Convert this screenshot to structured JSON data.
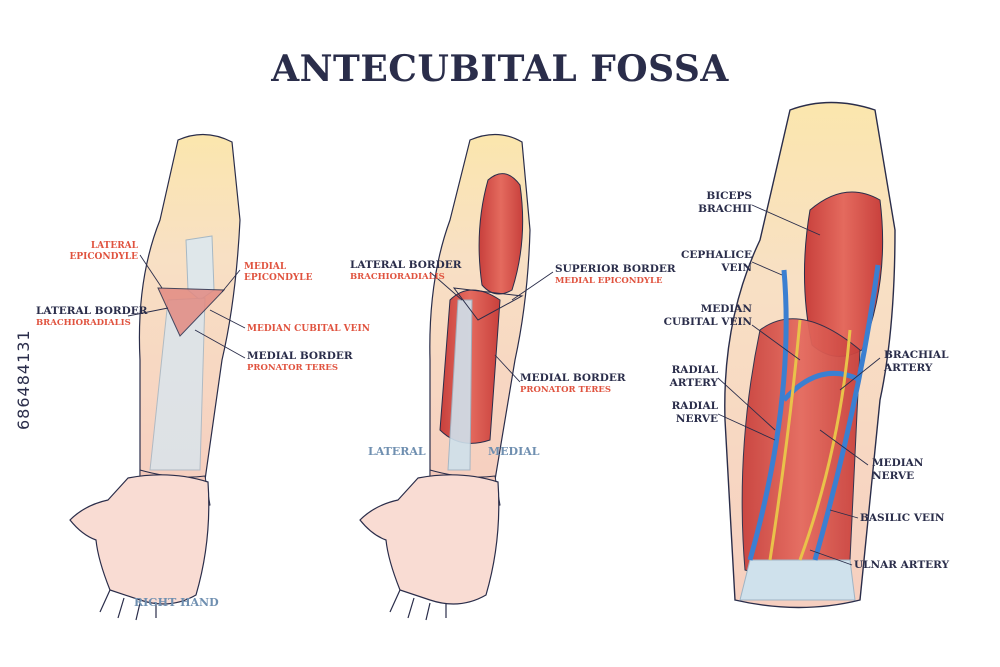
{
  "title": "ANTECUBITAL FOSSA",
  "watermark_id": "686484131",
  "left_arm": {
    "lateral_epicondyle": [
      "LATERAL",
      "EPICONDYLE"
    ],
    "medial_epicondyle": [
      "MEDIAL",
      "EPICONDYLE"
    ],
    "lateral_border": "LATERAL BORDER",
    "lateral_border_sub": "BRACHIORADIALIS",
    "median_cubital_vein": "MEDIAN CUBITAL VEIN",
    "medial_border": "MEDIAL BORDER",
    "medial_border_sub": "PRONATOR TERES",
    "right_hand": "RIGHT HAND"
  },
  "middle_arm": {
    "lateral_border": "LATERAL BORDER",
    "lateral_border_sub": "BRACHIORADIALIS",
    "superior_border": "SUPERIOR BORDER",
    "superior_border_sub": "MEDIAL EPICONDYLE",
    "medial_border": "MEDIAL BORDER",
    "medial_border_sub": "PRONATOR TERES",
    "lateral": "LATERAL",
    "medial": "MEDIAL"
  },
  "right_arm": {
    "biceps_brachii": [
      "BICEPS",
      "BRACHII"
    ],
    "cephalice_vein": [
      "CEPHALICE",
      "VEIN"
    ],
    "median_cubital_vein": [
      "MEDIAN",
      "CUBITAL VEIN"
    ],
    "radial_artery": [
      "RADIAL",
      "ARTERY"
    ],
    "radial_nerve": [
      "RADIAL",
      "NERVE"
    ],
    "brachial_artery": [
      "BRACHIAL",
      "ARTERY"
    ],
    "median_nerve": [
      "MEDIAN",
      "NERVE"
    ],
    "basilic_vein": "BASILIC VEIN",
    "ulnar_artery": "ULNAR ARTERY"
  },
  "colors": {
    "ink": "#2a2d4a",
    "accent_red": "#e0533f",
    "skin": "#f7d9cc",
    "upper_arm": "#fbe7b2",
    "muscle": "#d9534f",
    "vein": "#3b7fd1",
    "nerve": "#e9c24a",
    "bone": "#cfe1ec"
  }
}
